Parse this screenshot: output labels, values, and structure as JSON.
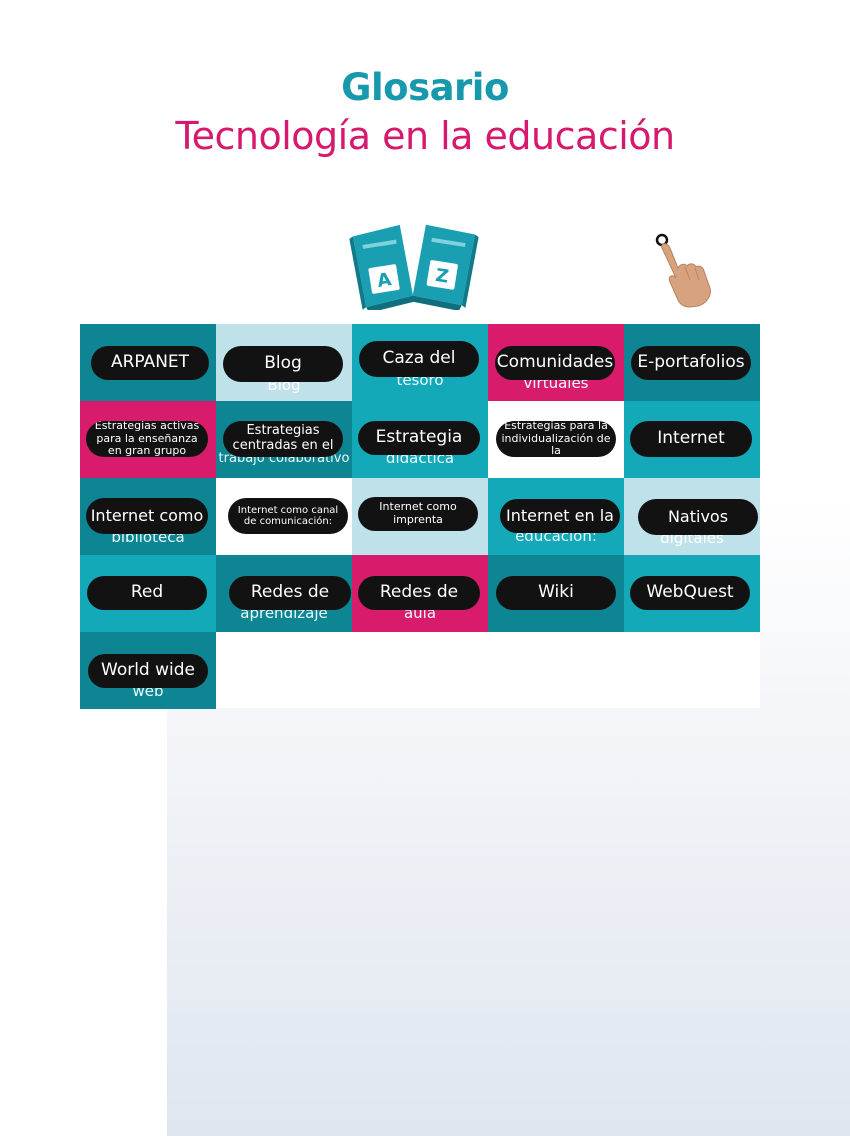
{
  "header": {
    "title": "Glosario",
    "subtitle": "Tecnología en la educación"
  },
  "icons": {
    "books": "az-books-icon",
    "hand": "pointing-hand-icon",
    "book_letters": [
      "A",
      "Z"
    ]
  },
  "colors": {
    "title": "#1799ad",
    "subtitle": "#d6196d",
    "dark_teal": "#0e8593",
    "teal": "#13a9b8",
    "light_blue": "#bfe2ea",
    "magenta": "#d91b6c",
    "white": "#ffffff",
    "pill": "#121212"
  },
  "glossary": {
    "terms": [
      {
        "label": "ARPANET",
        "under": "",
        "bg": "dark_teal"
      },
      {
        "label": "Blog",
        "under": "Blog",
        "bg": "light_blue"
      },
      {
        "label": "Caza del",
        "under": "tesoro",
        "bg": "teal"
      },
      {
        "label": "Comunidades",
        "under": "virtuales",
        "bg": "magenta"
      },
      {
        "label": "E-portafolios",
        "under": "",
        "bg": "dark_teal"
      },
      {
        "label": "Estrategias activas para la enseñanza en gran grupo",
        "under": "",
        "bg": "magenta"
      },
      {
        "label": "Estrategias centradas en el",
        "under": "trabajo colaborativo",
        "bg": "dark_teal"
      },
      {
        "label": "Estrategia",
        "under": "didáctica",
        "bg": "teal"
      },
      {
        "label": "Estrategias para la individualización de la",
        "under": "",
        "bg": "white"
      },
      {
        "label": "Internet",
        "under": "",
        "bg": "teal"
      },
      {
        "label": "Internet como",
        "under": "biblioteca",
        "bg": "dark_teal"
      },
      {
        "label": "Internet como canal de comunicación:",
        "under": "",
        "bg": "white"
      },
      {
        "label": "Internet como imprenta",
        "under": "",
        "bg": "light_blue"
      },
      {
        "label": "Internet en la",
        "under": "educación:",
        "bg": "teal"
      },
      {
        "label": "Nativos",
        "under": "digitales",
        "bg": "light_blue"
      },
      {
        "label": "Red",
        "under": "",
        "bg": "teal"
      },
      {
        "label": "Redes de",
        "under": "aprendizaje",
        "bg": "dark_teal"
      },
      {
        "label": "Redes de",
        "under": "aula",
        "bg": "magenta"
      },
      {
        "label": "Wiki",
        "under": "",
        "bg": "dark_teal"
      },
      {
        "label": "WebQuest",
        "under": "",
        "bg": "teal"
      },
      {
        "label": "World wide",
        "under": "web",
        "bg": "dark_teal"
      }
    ]
  }
}
